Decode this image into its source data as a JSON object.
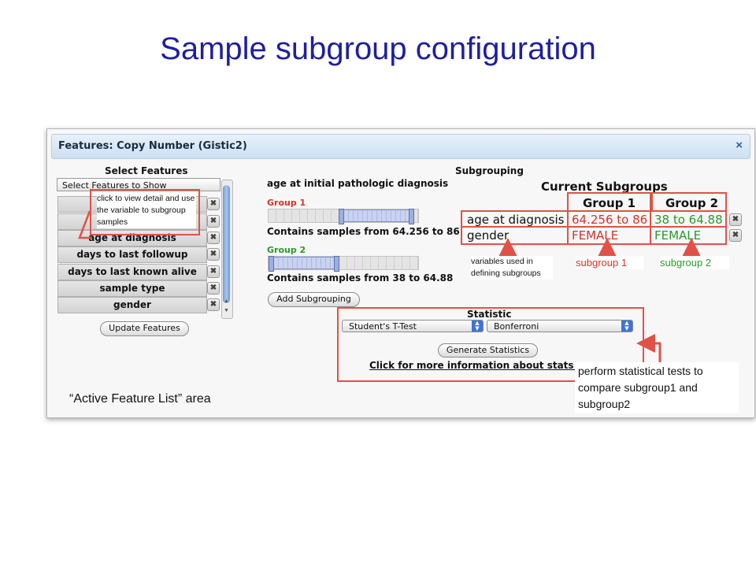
{
  "slide_title": "Sample subgroup configuration",
  "dialog": {
    "title": "Features: Copy Number (Gistic2)",
    "close_glyph": "×"
  },
  "select_features": {
    "heading": "Select Features",
    "dropdown_value": "Select Features to Show",
    "items": [
      "",
      "",
      "age at diagnosis",
      "days to last followup",
      "days to last known alive",
      "sample type",
      "gender"
    ],
    "update_button": "Update Features"
  },
  "subgrouping": {
    "heading": "Subgrouping",
    "variable_title": "age at initial pathologic diagnosis",
    "group1": {
      "label": "Group 1",
      "range_start": 0.47,
      "range_end": 0.97,
      "contains": "Contains samples from 64.256 to 86"
    },
    "group2": {
      "label": "Group 2",
      "range_start": 0.0,
      "range_end": 0.47,
      "contains": "Contains samples from 38 to 64.88"
    },
    "add_button": "Add Subgrouping"
  },
  "current_subgroups": {
    "heading": "Current Subgroups",
    "col1_header": "Group 1",
    "col2_header": "Group 2",
    "rows": [
      {
        "variable": "age at diagnosis",
        "group1": "64.256 to 86",
        "group2": "38 to 64.88"
      },
      {
        "variable": "gender",
        "group1": "FEMALE",
        "group2": "FEMALE"
      }
    ],
    "remove_glyph": "✖"
  },
  "statistic": {
    "heading": "Statistic",
    "test": "Student's T-Test",
    "correction": "Bonferroni",
    "generate_button": "Generate Statistics",
    "info_link": "Click for more information about stats o"
  },
  "annotations": {
    "click_detail": "click to view detail and use the variable to subgroup samples",
    "variables_used": "variables used in defining subgroups",
    "subgroup1": "subgroup 1",
    "subgroup2": "subgroup 2",
    "perform_tests": "perform statistical tests to compare subgroup1  and subgroup2",
    "active_feature_list": "“Active Feature List” area"
  },
  "colors": {
    "title": "#1f1fa0",
    "annotation_red": "#e05248",
    "group1_red": "#d8322a",
    "group2_green": "#2a9a2a"
  }
}
